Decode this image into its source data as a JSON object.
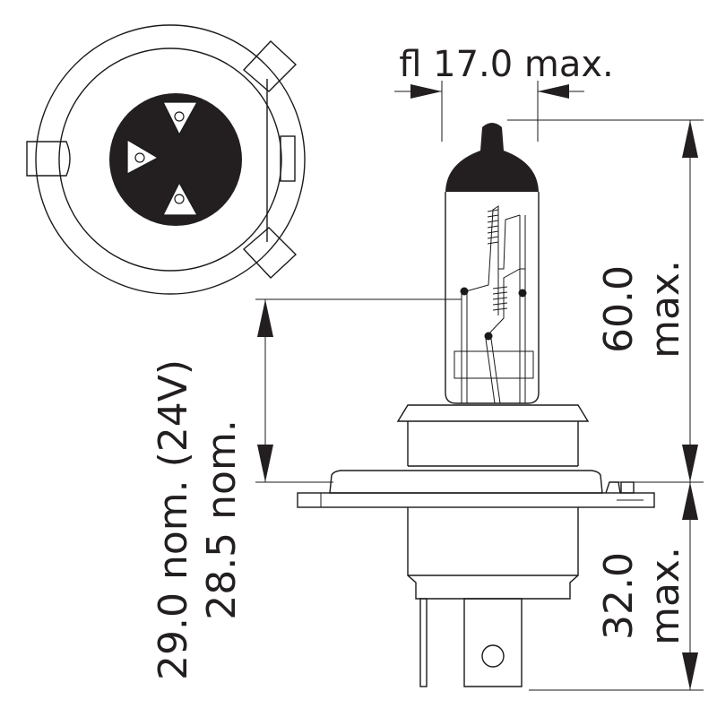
{
  "dimensions": {
    "diameter_label": "fl 17.0 max.",
    "length_value": "60.0",
    "length_suffix": "max.",
    "base_value": "32.0",
    "base_suffix": "max.",
    "focal_24v": "29.0 nom. (24V)",
    "focal_12v": "28.5 nom."
  }
}
